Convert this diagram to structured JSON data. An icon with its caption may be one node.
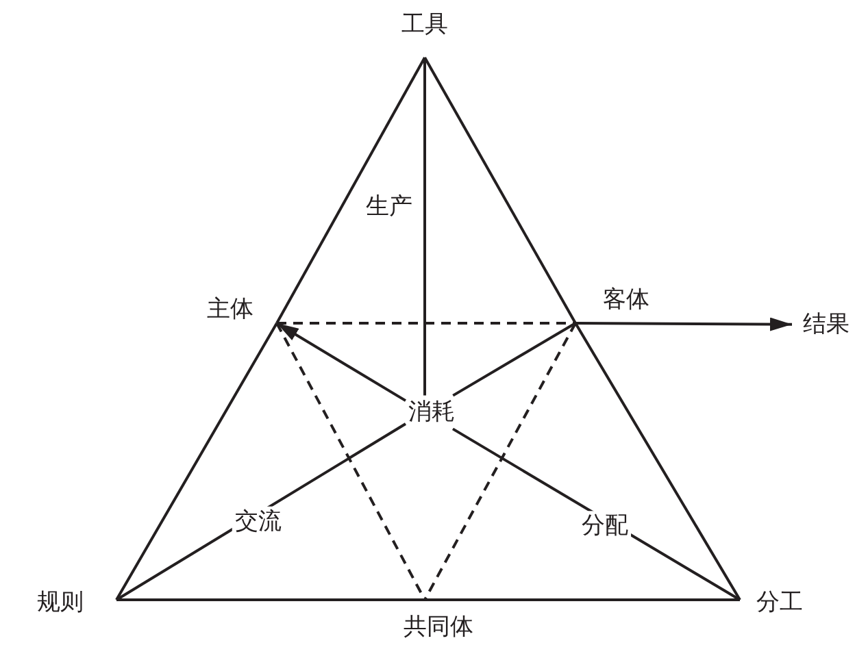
{
  "diagram": {
    "nodes": [
      {
        "text": [
          "工具"
        ]
      },
      {
        "text": [
          "主体"
        ]
      },
      {
        "text": [
          "客体"
        ]
      },
      {
        "text": [
          "结果"
        ]
      },
      {
        "text": [
          "消耗"
        ]
      },
      {
        "text": [
          "规则"
        ]
      },
      {
        "text": [
          "共同体"
        ]
      },
      {
        "text": [
          "分工"
        ]
      }
    ],
    "edges": [
      {
        "from": 0,
        "to": 1,
        "arrow": "none"
      },
      {
        "from": 1,
        "to": 5,
        "arrow": "none"
      },
      {
        "from": 0,
        "to": 2,
        "arrow": "none"
      },
      {
        "from": 2,
        "to": 7,
        "arrow": "none"
      },
      {
        "from": 5,
        "to": 6,
        "arrow": "none"
      },
      {
        "from": 6,
        "to": 7,
        "arrow": "none"
      },
      {
        "from": 0,
        "to": 4,
        "arrow": "none",
        "label": "生产"
      },
      {
        "from": 1,
        "to": 2,
        "arrow": "none",
        "style": "dashed"
      },
      {
        "from": 1,
        "to": 6,
        "arrow": "none",
        "style": "dashed"
      },
      {
        "from": 2,
        "to": 6,
        "arrow": "none",
        "style": "dashed"
      },
      {
        "from": 5,
        "to": 4,
        "arrow": "none",
        "label": "交流"
      },
      {
        "from": 4,
        "to": 2,
        "arrow": "none"
      },
      {
        "from": 7,
        "to": 4,
        "arrow": "none",
        "label": "分配"
      },
      {
        "from": 4,
        "to": 1,
        "arrow": "to"
      },
      {
        "from": 2,
        "to": 3,
        "arrow": "to"
      }
    ]
  }
}
